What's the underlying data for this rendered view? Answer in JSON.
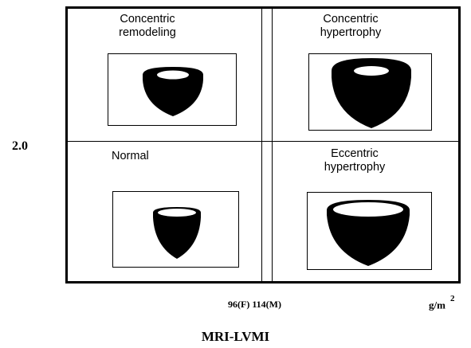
{
  "quadrants": {
    "top_left": {
      "label_line1": "Concentric",
      "label_line2": "remodeling"
    },
    "top_right": {
      "label_line1": "Concentric",
      "label_line2": "hypertrophy"
    },
    "bottom_left": {
      "label_line1": "Normal",
      "label_line2": ""
    },
    "bottom_right": {
      "label_line1": "Eccentric",
      "label_line2": "hypertrophy"
    }
  },
  "axes": {
    "y_threshold": "2.0",
    "x_threshold": "96(F) 114(M)",
    "x_unit": "g/m",
    "x_unit_superscript": "2",
    "x_label": "MRI-LVMI"
  }
}
